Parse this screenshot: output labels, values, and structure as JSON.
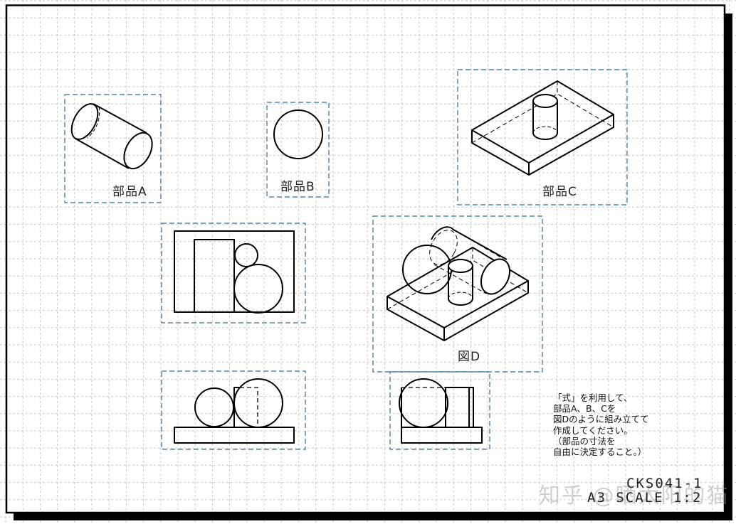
{
  "labels": {
    "part_a": "部品A",
    "part_b": "部品B",
    "part_c": "部品C",
    "figure_d": "図D"
  },
  "instructions": [
    "「式」を利用して、",
    "部品A、B、Cを",
    "図Dのように組み立てて",
    "作成してください。",
    "（部品の寸法を",
    "自由に決定すること。）"
  ],
  "title_block": {
    "drawing_number": "CKS041-1",
    "sheet_scale": "A3  SCALE 1:2"
  },
  "watermark": "知乎 @晒太阳的猫",
  "colors": {
    "frame_box": "#2e6f9e",
    "grid": "#c8c8c8",
    "line": "#000000"
  }
}
